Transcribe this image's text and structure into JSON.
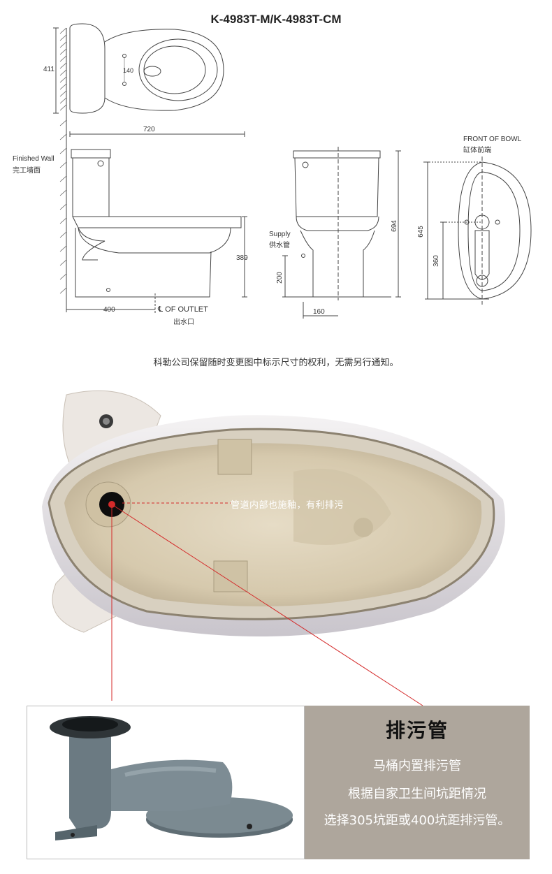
{
  "drawing": {
    "title": "K-4983T-M/K-4983T-CM",
    "finished_wall_en": "Finished Wall",
    "finished_wall_cn": "完工墙面",
    "dim_411": "411",
    "dim_140": "140",
    "dim_720": "720",
    "dim_389": "389",
    "dim_400": "400",
    "outlet_en": "OF OUTLET",
    "outlet_cn": "出水口",
    "supply_en": "Supply",
    "supply_cn": "供水管",
    "dim_200": "200",
    "dim_160": "160",
    "dim_694": "694",
    "front_of_bowl_en": "FRONT OF BOWL",
    "front_of_bowl_cn": "缸体前端",
    "dim_645": "645",
    "dim_360": "360"
  },
  "disclaimer": "科勒公司保留随时变更图中标示尺寸的权利，无需另行通知。",
  "photo": {
    "caption": "管道内部也施釉，有利排污"
  },
  "pipe_panel": {
    "title": "排污管",
    "line1": "马桶内置排污管",
    "line2": "根据自家卫生间坑距情况",
    "line3": "选择305坑距或400坑距排污管。"
  },
  "colors": {
    "accent_red": "#d42a2a",
    "panel_bg": "#aea69c",
    "glaze": "#d9cdb4",
    "pipe_grey": "#6b7a82"
  }
}
